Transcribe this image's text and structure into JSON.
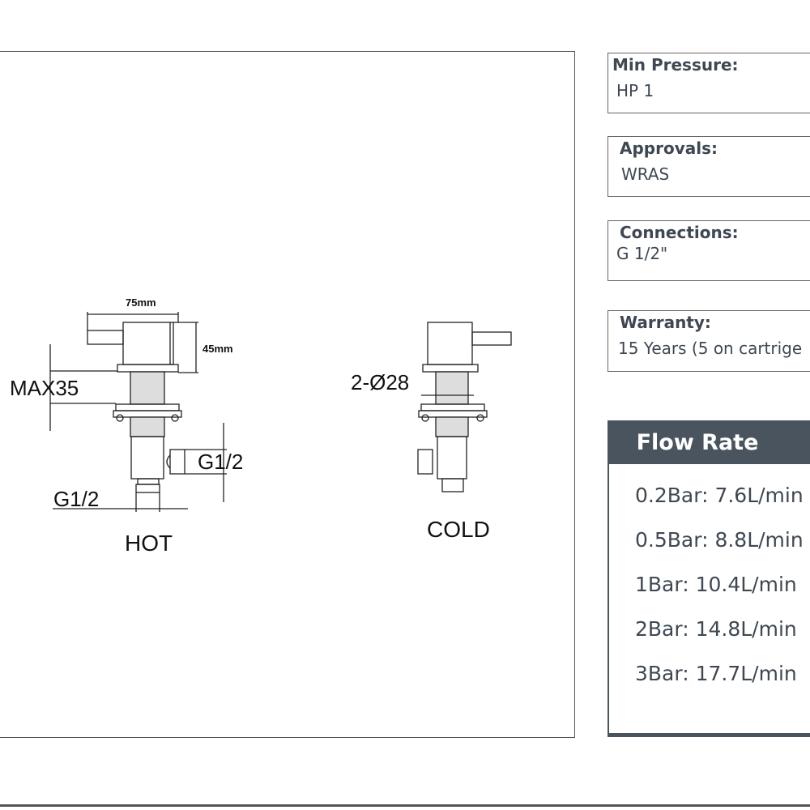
{
  "drawing": {
    "hot": {
      "label": "HOT",
      "width_dim": "75mm",
      "height_dim": "45mm",
      "max_dim": "MAX35",
      "side_conn": "G1/2",
      "bottom_conn": "G1/2"
    },
    "cold": {
      "label": "COLD",
      "hole_dim": "2-Ø28"
    }
  },
  "specs": [
    {
      "title": "Min Pressure:",
      "value": "HP 1"
    },
    {
      "title": "Approvals:",
      "value": "WRAS"
    },
    {
      "title": "Connections:",
      "value": "G 1/2\""
    },
    {
      "title": "Warranty:",
      "value": "15 Years (5 on cartrige"
    }
  ],
  "flow_rate": {
    "title": "Flow Rate",
    "rows": [
      "0.2Bar: 7.6L/min",
      "0.5Bar: 8.8L/min",
      "1Bar: 10.4L/min",
      "2Bar: 14.8L/min",
      "3Bar: 17.7L/min"
    ]
  },
  "colors": {
    "header": "#4a545e",
    "text": "#3f4852"
  }
}
